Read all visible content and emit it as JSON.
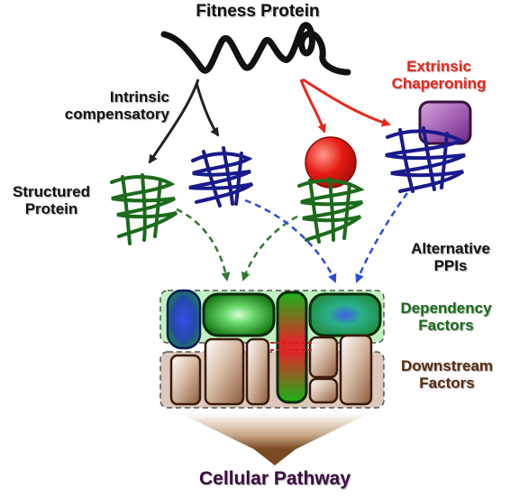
{
  "title": "Fitness Protein",
  "intrinsic_label": [
    "Intrinsic",
    "compensatory"
  ],
  "extrinsic_label": [
    "Extrinsic",
    "Chaperoning"
  ],
  "structured_label": [
    "Structured",
    "Protein"
  ],
  "alternative_label": [
    "Alternative",
    "PPIs"
  ],
  "dependency_label": [
    "Dependency",
    "Factors"
  ],
  "downstream_label": [
    "Downstream",
    "Factors"
  ],
  "pathway_label": "Cellular Pathway",
  "colors": {
    "black": "#111111",
    "red": "#e8281c",
    "green": "#1b6b1b",
    "blue": "#1a1a8c",
    "brown": "#5a2a12",
    "purple": "#3a1040",
    "dashed_green": "#2d7a2d",
    "dashed_blue": "#2a4fd6"
  }
}
